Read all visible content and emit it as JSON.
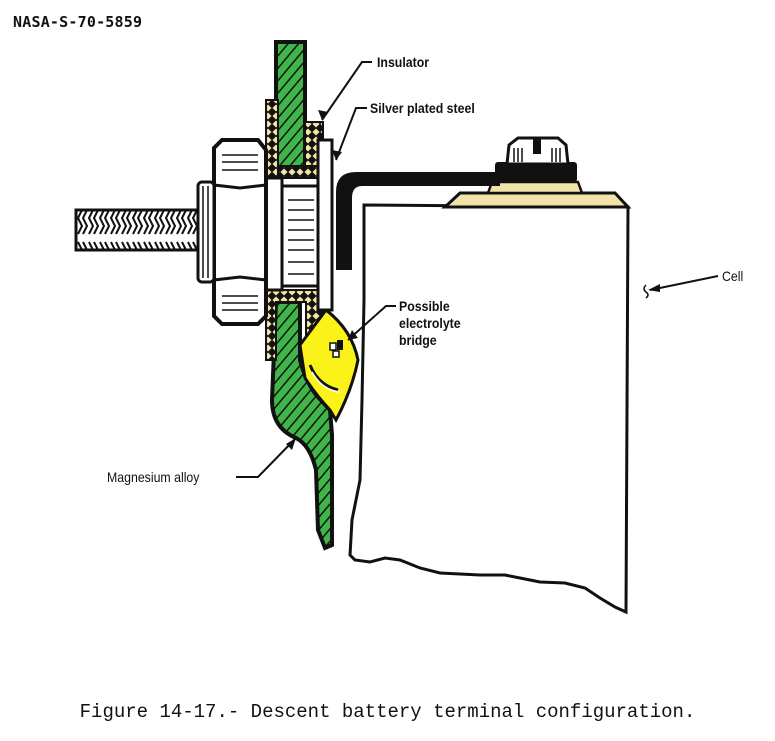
{
  "document_id": "NASA-S-70-5859",
  "labels": {
    "insulator": "Insulator",
    "silver_plated_steel": "Silver plated steel",
    "possible_electrolyte_bridge": [
      "Possible",
      "electrolyte",
      "bridge"
    ],
    "cell": "Cell",
    "magnesium_alloy": "Magnesium alloy"
  },
  "caption": "Figure 14-17.- Descent battery terminal configuration.",
  "colors": {
    "magnesium_alloy": "#3fb54a",
    "insulator": "#f4e3a4",
    "electrolyte": "#fbf21a",
    "cell_terminal_pad": "#f2e4a8",
    "outline": "#111111"
  }
}
